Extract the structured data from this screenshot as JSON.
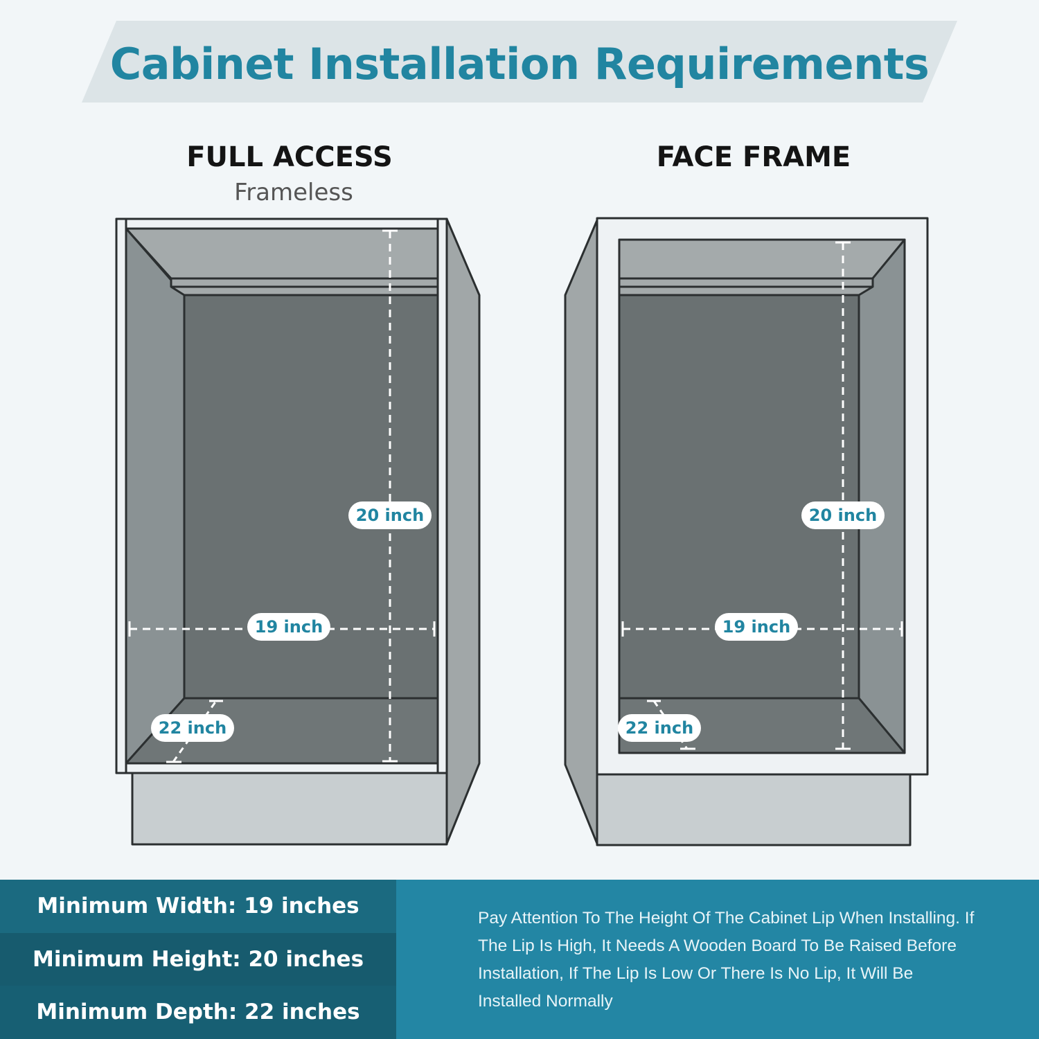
{
  "title": "Cabinet Installation Requirements",
  "full_access": {
    "heading": "FULL ACCESS",
    "subheading": "Frameless",
    "labels": {
      "height": "20 inch",
      "width": "19 inch",
      "depth": "22 inch"
    }
  },
  "face_frame": {
    "heading": "FACE FRAME",
    "labels": {
      "height": "20 inch",
      "width": "19 inch",
      "depth": "22 inch"
    }
  },
  "requirements": [
    "Minimum Width: 19 inches",
    "Minimum Height: 20 inches",
    "Minimum Depth: 22 inches"
  ],
  "note": "Pay Attention To The Height Of The Cabinet Lip When Installing. If The Lip Is High, It Needs A Wooden Board To Be Raised Before Installation, If The Lip Is Low Or There Is No Lip, It Will Be Installed Normally",
  "colors": {
    "accent": "#2185a1",
    "panel_dark": "#175b6e",
    "panel_light": "#2386a4",
    "cabinet_back": "#6a7172",
    "cabinet_side": "#8a9294",
    "cabinet_top": "#a4aaab",
    "cabinet_base": "#c8ced0"
  }
}
